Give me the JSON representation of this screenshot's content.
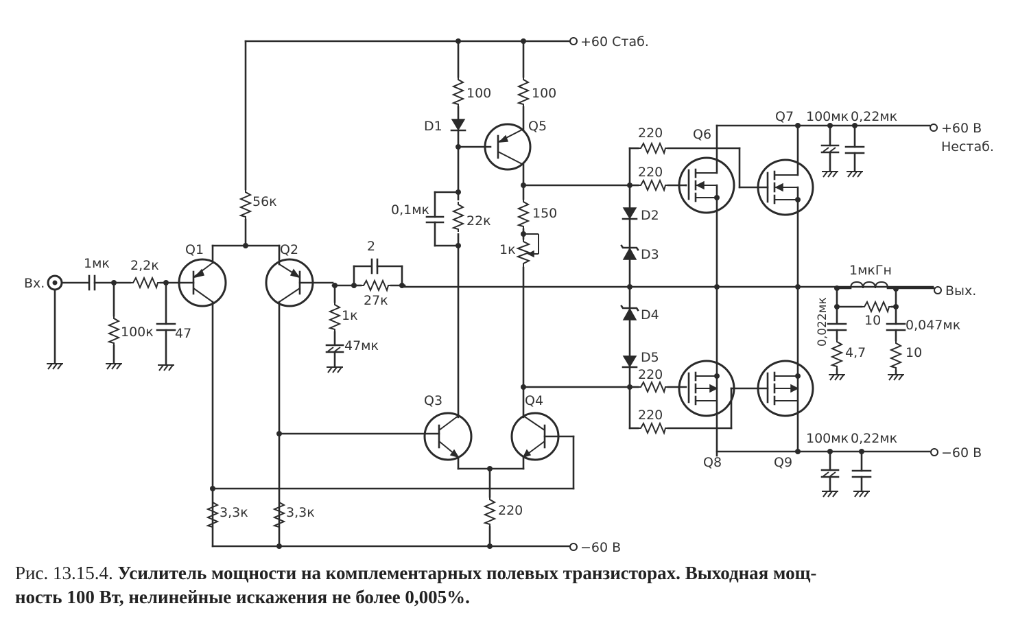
{
  "labels": {
    "input": "Вх.",
    "output": "Вых.",
    "supply_stab": "+60 Стаб.",
    "supply_unstab_line1": "+60 В",
    "supply_unstab_line2": "Нестаб.",
    "supply_neg_out": "−60 В",
    "supply_neg_in": "−60 В"
  },
  "components": {
    "c_in": "1мк",
    "r_in": "2,2к",
    "r_in_gnd": "100к",
    "c_in_gnd": "47",
    "r_56k": "56к",
    "c_fb": "2",
    "r_fb": "27к",
    "r_fb_gnd": "1к",
    "c_fb_gnd": "47мк",
    "r_d1": "100",
    "r_q5": "100",
    "c_01": "0,1мк",
    "r_22k": "22к",
    "r_150": "150",
    "pot_1k": "1к",
    "r_g1": "220",
    "r_g2": "220",
    "r_g3": "220",
    "r_g4": "220",
    "r_tail": "220",
    "r_33a": "3,3к",
    "r_33b": "3,3к",
    "c_pos_el": "100мк",
    "c_pos": "0,22мк",
    "c_neg_el": "100мк",
    "c_neg": "0,22мк",
    "l_out": "1мкГн",
    "r_out_l": "10",
    "c_zob1": "0,022мк",
    "r_zob1": "4,7",
    "c_zob2": "0,047мк",
    "r_zob2": "10"
  },
  "designators": {
    "q1": "Q1",
    "q2": "Q2",
    "q3": "Q3",
    "q4": "Q4",
    "q5": "Q5",
    "q6": "Q6",
    "q7": "Q7",
    "q8": "Q8",
    "q9": "Q9",
    "d1": "D1",
    "d2": "D2",
    "d3": "D3",
    "d4": "D4",
    "d5": "D5"
  },
  "caption": {
    "prefix": "Рис. 13.15.4.",
    "title": "Усилитель мощности на комплементарных полевых транзисторах.",
    "line1_rest": "Выходная мощ-",
    "line2": "ность 100 Вт, нелинейные искажения не более 0,005%."
  }
}
